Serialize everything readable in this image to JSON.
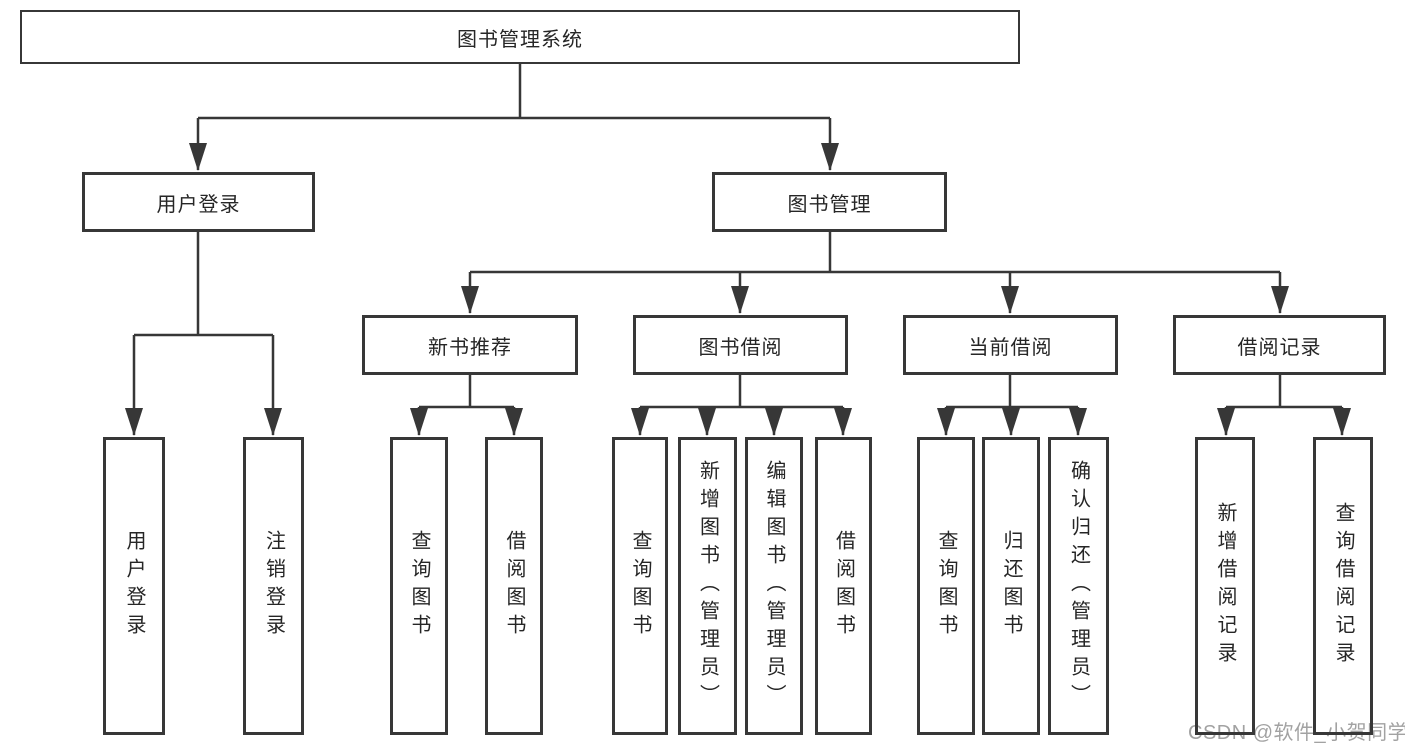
{
  "diagram": {
    "root": {
      "label": "图书管理系统",
      "children": [
        {
          "label": "用户登录",
          "children": [
            {
              "label": "用户登录"
            },
            {
              "label": "注销登录"
            }
          ]
        },
        {
          "label": "图书管理",
          "children": [
            {
              "label": "新书推荐",
              "children": [
                {
                  "label": "查询图书"
                },
                {
                  "label": "借阅图书"
                }
              ]
            },
            {
              "label": "图书借阅",
              "children": [
                {
                  "label": "查询图书"
                },
                {
                  "label": "新增图书（管理员）"
                },
                {
                  "label": "编辑图书（管理员）"
                },
                {
                  "label": "借阅图书"
                }
              ]
            },
            {
              "label": "当前借阅",
              "children": [
                {
                  "label": "查询图书"
                },
                {
                  "label": "归还图书"
                },
                {
                  "label": "确认归还（管理员）"
                }
              ]
            },
            {
              "label": "借阅记录",
              "children": [
                {
                  "label": "新增借阅记录"
                },
                {
                  "label": "查询借阅记录"
                }
              ]
            }
          ]
        }
      ]
    }
  },
  "watermark": {
    "text": "CSDN @软件_小贺同学"
  },
  "colors": {
    "line": "#373737",
    "box_border": "#373737",
    "text": "#262626",
    "watermark": "#a2a2a2",
    "background": "#ffffff"
  }
}
